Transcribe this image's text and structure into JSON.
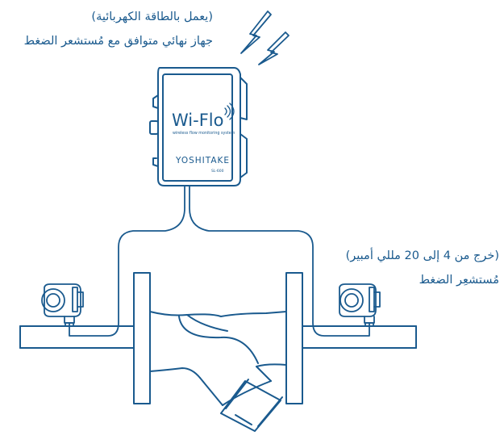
{
  "terminal": {
    "power_note": "(يعمل بالطاقة الكهربائية)",
    "description": "جهاز نهائي متوافق مع مُستشعر الضغط",
    "logo_text": "Wi-Flo",
    "logo_subtitle": "wireless flow monitoring system",
    "brand": "YOSHITAKE",
    "model": "SL-600"
  },
  "sensor": {
    "output_note": "(خرج من 4 إلى 20 مللي أمبير)",
    "name": "مُستشعِر الضغط"
  },
  "colors": {
    "line": "#1a5a8e",
    "text": "#1a5a8e",
    "background": "#ffffff"
  }
}
